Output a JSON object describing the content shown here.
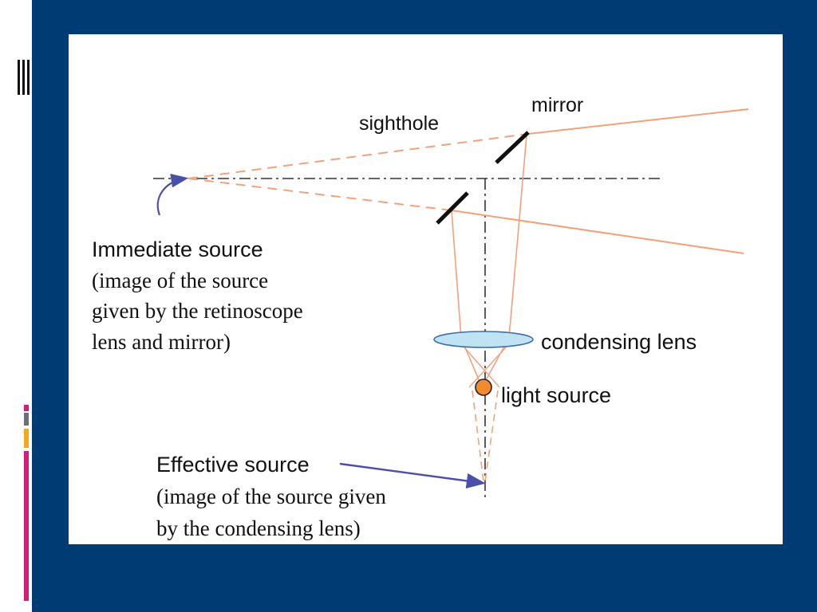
{
  "colors": {
    "slide_background": "#003b73",
    "panel_background": "#ffffff",
    "ray": "#f2a27a",
    "axis": "#333333",
    "mirror": "#111111",
    "arrow": "#4a4fa8",
    "lens_fill": "#bfe3f2",
    "lens_stroke": "#3a6ea5",
    "light_source": "#f28a2e",
    "accent_pink": "#d81b7a",
    "accent_orange": "#f5a81c",
    "accent_gray": "#6b6f75"
  },
  "labels": {
    "mirror": "mirror",
    "sighthole": "sighthole",
    "immediate_source_title": "Immediate source",
    "immediate_source_desc": [
      "(image of the source",
      "given by the retinoscope",
      "lens and mirror)"
    ],
    "condensing_lens": "condensing lens",
    "light_source": "light source",
    "effective_source_title": "Effective source",
    "effective_source_desc": [
      "(image of the source given",
      "by the condensing lens)"
    ]
  },
  "icons": {
    "slide_decoration": "vertical-stripes-icon"
  }
}
